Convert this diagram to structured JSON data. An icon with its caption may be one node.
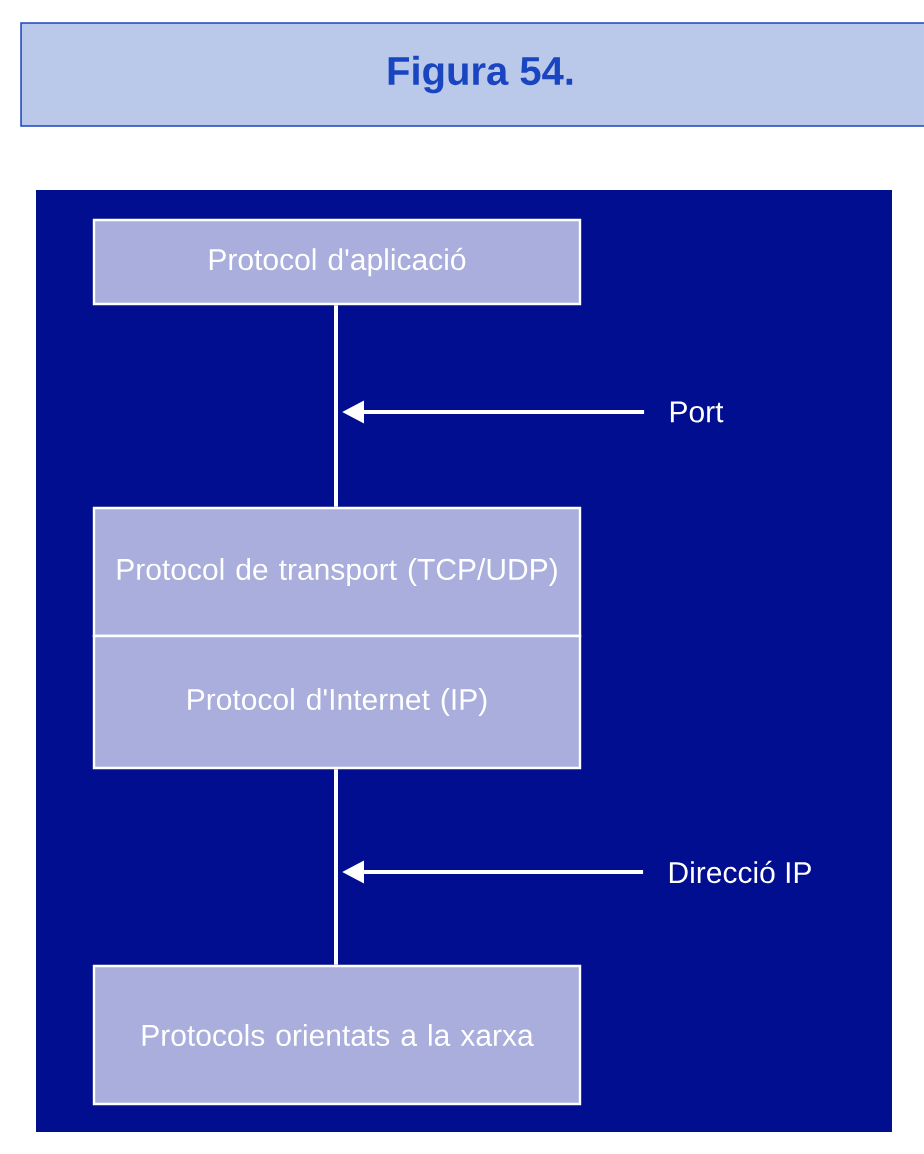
{
  "diagram": {
    "title": "Figura 54.",
    "nodes": [
      {
        "text": [
          "Protocol d'aplicació"
        ]
      },
      {
        "text": [
          "Protocol de transport (TCP/UDP)"
        ]
      },
      {
        "text": [
          "Protocol d'Internet (IP)"
        ]
      },
      {
        "text": [
          "Protocols orientats a la xarxa"
        ]
      },
      {
        "text": [
          "Port"
        ]
      },
      {
        "text": [
          "Direcció IP"
        ]
      }
    ],
    "edges": [
      {
        "from": 0,
        "to": 1,
        "arrow": "none"
      },
      {
        "from": 2,
        "to": 3,
        "arrow": "none"
      },
      {
        "from": 4,
        "to": null,
        "arrow": "to"
      },
      {
        "from": 5,
        "to": null,
        "arrow": "to"
      }
    ]
  }
}
